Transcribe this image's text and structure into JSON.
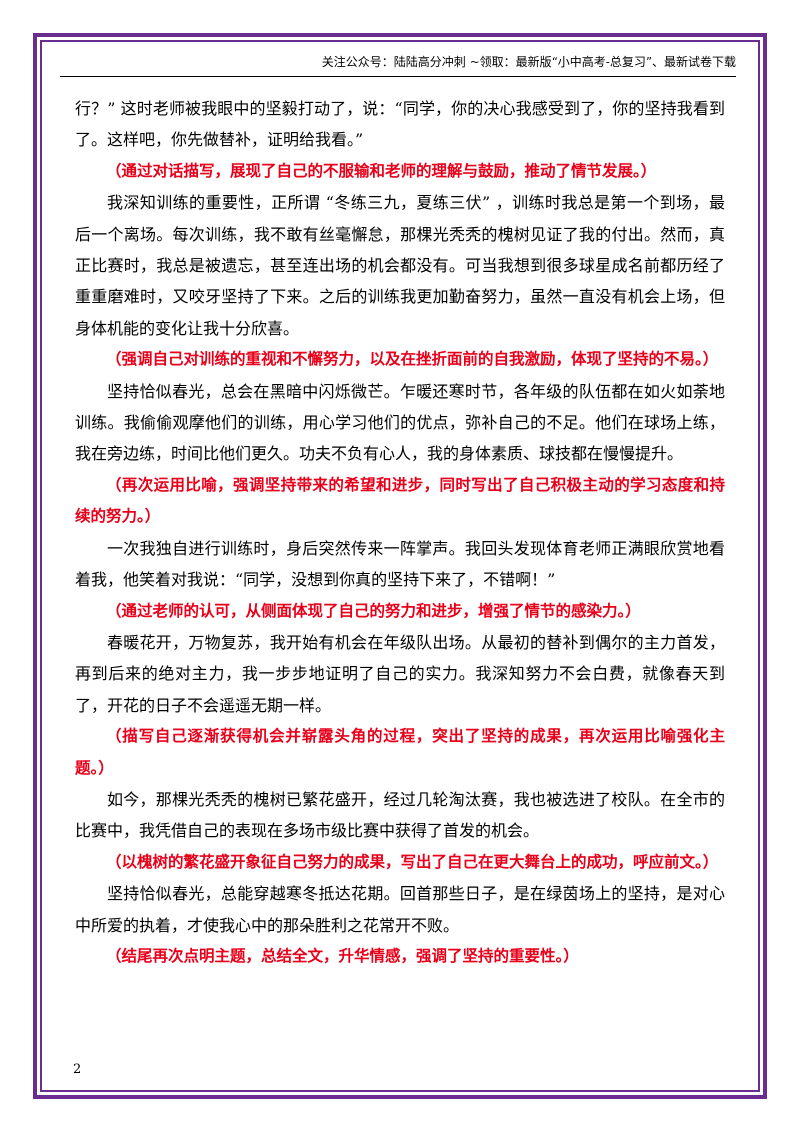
{
  "header": {
    "text": "关注公众号：陆陆高分冲刺 ~领取：最新版“小中高考-总复习”、最新试卷下载"
  },
  "paragraphs": [
    {
      "type": "text",
      "text": "行？” 这时老师被我眼中的坚毅打动了，说：“同学，你的决心我感受到了，你的坚持我看到了。这样吧，你先做替补，证明给我看。”"
    },
    {
      "type": "note",
      "text": "（通过对话描写，展现了自己的不服输和老师的理解与鼓励，推动了情节发展。）"
    },
    {
      "type": "text",
      "text": "我深知训练的重要性，正所谓 “冬练三九，夏练三伏” ，训练时我总是第一个到场，最后一个离场。每次训练，我不敢有丝毫懈怠，那棵光秃秃的槐树见证了我的付出。然而，真正比赛时，我总是被遗忘，甚至连出场的机会都没有。可当我想到很多球星成名前都历经了重重磨难时，又咬牙坚持了下来。之后的训练我更加勤奋努力，虽然一直没有机会上场，但身体机能的变化让我十分欣喜。"
    },
    {
      "type": "note",
      "text": "（强调自己对训练的重视和不懈努力，以及在挫折面前的自我激励，体现了坚持的不易。）"
    },
    {
      "type": "text",
      "text": "坚持恰似春光，总会在黑暗中闪烁微芒。乍暖还寒时节，各年级的队伍都在如火如荼地训练。我偷偷观摩他们的训练，用心学习他们的优点，弥补自己的不足。他们在球场上练，我在旁边练，时间比他们更久。功夫不负有心人，我的身体素质、球技都在慢慢提升。"
    },
    {
      "type": "note",
      "text": "（再次运用比喻，强调坚持带来的希望和进步，同时写出了自己积极主动的学习态度和持续的努力。）"
    },
    {
      "type": "text",
      "text": "一次我独自进行训练时，身后突然传来一阵掌声。我回头发现体育老师正满眼欣赏地看着我，他笑着对我说：“同学，没想到你真的坚持下来了，不错啊！”"
    },
    {
      "type": "note",
      "text": "（通过老师的认可，从侧面体现了自己的努力和进步，增强了情节的感染力。）"
    },
    {
      "type": "text",
      "text": "春暖花开，万物复苏，我开始有机会在年级队出场。从最初的替补到偶尔的主力首发，再到后来的绝对主力，我一步步地证明了自己的实力。我深知努力不会白费，就像春天到了，开花的日子不会遥遥无期一样。"
    },
    {
      "type": "note",
      "text": "（描写自己逐渐获得机会并崭露头角的过程，突出了坚持的成果，再次运用比喻强化主题。）"
    },
    {
      "type": "text",
      "text": "如今，那棵光秃秃的槐树已繁花盛开，经过几轮淘汰赛，我也被选进了校队。在全市的比赛中，我凭借自己的表现在多场市级比赛中获得了首发的机会。"
    },
    {
      "type": "note",
      "text": "（以槐树的繁花盛开象征自己努力的成果，写出了自己在更大舞台上的成功，呼应前文。）"
    },
    {
      "type": "text",
      "text": "坚持恰似春光，总能穿越寒冬抵达花期。回首那些日子，是在绿茵场上的坚持，是对心中所爱的执着，才使我心中的那朵胜利之花常开不败。"
    },
    {
      "type": "note",
      "text": "（结尾再次点明主题，总结全文，升华情感，强调了坚持的重要性。）"
    }
  ],
  "page_number": "2",
  "colors": {
    "frame": "#6a2c8e",
    "note": "#e8001a",
    "text": "#000000"
  }
}
